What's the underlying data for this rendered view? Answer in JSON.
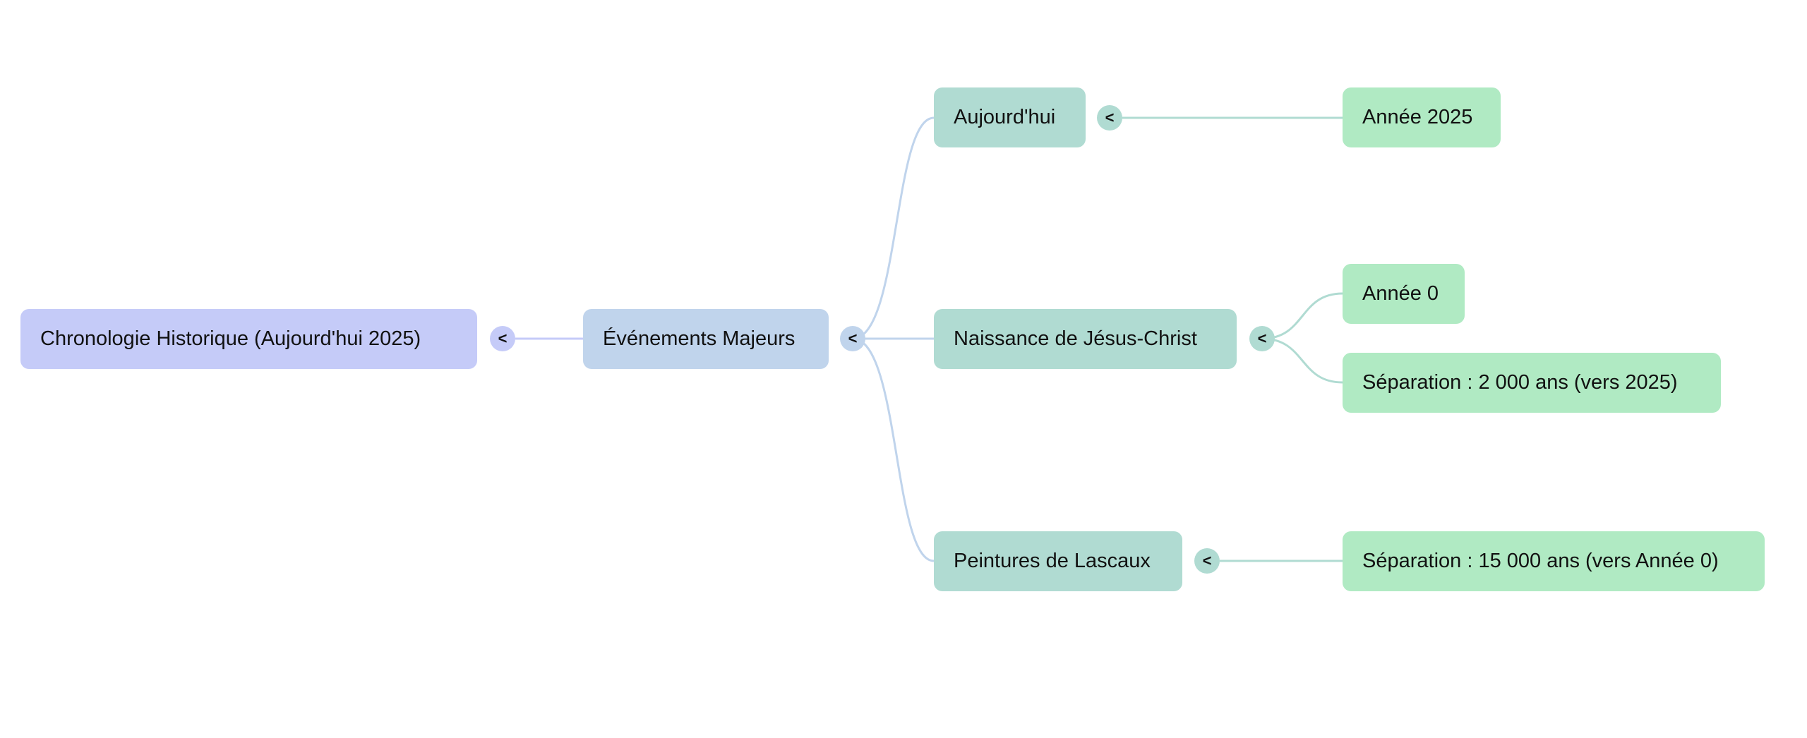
{
  "root": {
    "label": "Chronologie Historique (Aujourd'hui 2025)"
  },
  "level1": {
    "label": "Événements Majeurs"
  },
  "level2": [
    {
      "label": "Aujourd'hui",
      "children": [
        "Année 2025"
      ]
    },
    {
      "label": "Naissance de Jésus-Christ",
      "children": [
        "Année 0",
        "Séparation : 2 000 ans (vers 2025)"
      ]
    },
    {
      "label": "Peintures de Lascaux",
      "children": [
        "Séparation : 15 000 ans (vers Année 0)"
      ]
    }
  ],
  "toggle_symbol": "<",
  "colors": {
    "root": "#c5cbf8",
    "level1": "#c0d4ec",
    "level2": "#b0dbd2",
    "leaf": "#b0eac3"
  }
}
